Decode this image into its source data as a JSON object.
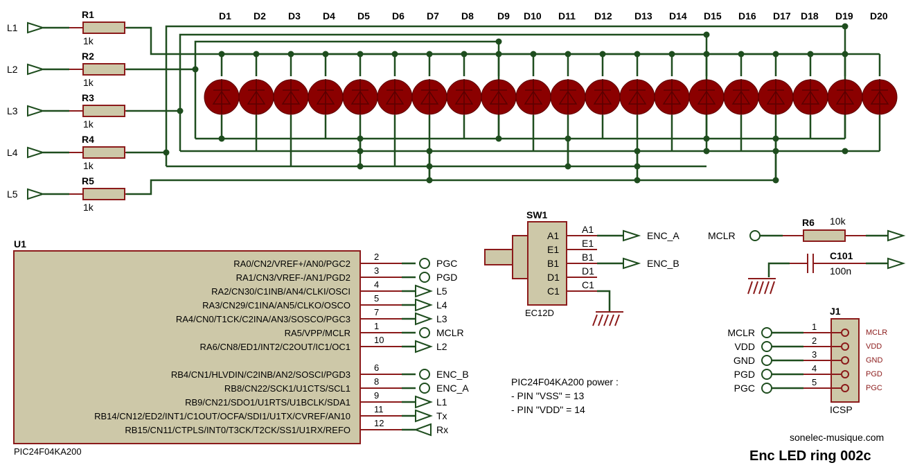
{
  "title": "Enc LED ring 002c",
  "website": "sonelec-musique.com",
  "inputs": [
    "L1",
    "L2",
    "L3",
    "L4",
    "L5"
  ],
  "resistors": [
    {
      "ref": "R1",
      "value": "1k"
    },
    {
      "ref": "R2",
      "value": "1k"
    },
    {
      "ref": "R3",
      "value": "1k"
    },
    {
      "ref": "R4",
      "value": "1k"
    },
    {
      "ref": "R5",
      "value": "1k"
    }
  ],
  "leds": [
    "D1",
    "D2",
    "D3",
    "D4",
    "D5",
    "D6",
    "D7",
    "D8",
    "D9",
    "D10",
    "D11",
    "D12",
    "D13",
    "D14",
    "D15",
    "D16",
    "D17",
    "D18",
    "D19",
    "D20"
  ],
  "mcu": {
    "ref": "U1",
    "part": "PIC24F04KA200",
    "pins": [
      {
        "name": "RA0/CN2/VREF+/AN0/PGC2",
        "num": "2",
        "net": "PGC",
        "kind": "term"
      },
      {
        "name": "RA1/CN3/VREF-/AN1/PGD2",
        "num": "3",
        "net": "PGD",
        "kind": "term"
      },
      {
        "name": "RA2/CN30/C1INB/AN4/CLKI/OSCI",
        "num": "4",
        "net": "L5",
        "kind": "out"
      },
      {
        "name": "RA3/CN29/C1INA/AN5/CLKO/OSCO",
        "num": "5",
        "net": "L4",
        "kind": "out"
      },
      {
        "name": "RA4/CN0/T1CK/C2INA/AN3/SOSCO/PGC3",
        "num": "7",
        "net": "L3",
        "kind": "out"
      },
      {
        "name": "RA5/VPP/MCLR",
        "num": "1",
        "net": "MCLR",
        "kind": "term"
      },
      {
        "name": "RA6/CN8/ED1/INT2/C2OUT/IC1/OC1",
        "num": "10",
        "net": "L2",
        "kind": "out"
      },
      {
        "name": "RB4/CN1/HLVDIN/C2INB/AN2/SOSCI/PGD3",
        "num": "6",
        "net": "ENC_B",
        "kind": "term"
      },
      {
        "name": "RB8/CN22/SCK1/U1CTS/SCL1",
        "num": "8",
        "net": "ENC_A",
        "kind": "term"
      },
      {
        "name": "RB9/CN21/SDO1/U1RTS/U1BCLK/SDA1",
        "num": "9",
        "net": "L1",
        "kind": "out"
      },
      {
        "name": "RB14/CN12/ED2/INT1/C1OUT/OCFA/SDI1/U1TX/CVREF/AN10",
        "num": "11",
        "net": "Tx",
        "kind": "out"
      },
      {
        "name": "RB15/CN11/CTPLS/INT0/T3CK/T2CK/SS1/U1RX/REFO",
        "num": "12",
        "net": "Rx",
        "kind": "in"
      }
    ]
  },
  "encoder": {
    "ref": "SW1",
    "part": "EC12D",
    "pins": [
      "A1",
      "E1",
      "B1",
      "D1",
      "C1"
    ],
    "outputs": [
      "ENC_A",
      "ENC_B"
    ]
  },
  "power_note": {
    "title": "PIC24F04KA200 power :",
    "lines": [
      "- PIN \"VSS\" = 13",
      "- PIN \"VDD\" = 14"
    ]
  },
  "reset": {
    "net": "MCLR",
    "r_ref": "R6",
    "r_value": "10k",
    "c_ref": "C101",
    "c_value": "100n"
  },
  "icsp": {
    "ref": "J1",
    "name": "ICSP",
    "nets": [
      "MCLR",
      "VDD",
      "GND",
      "PGD",
      "PGC"
    ],
    "pin_nums": [
      "1",
      "2",
      "3",
      "4",
      "5"
    ],
    "pin_labels": [
      "MCLR",
      "VDD",
      "GND",
      "PGD",
      "PGC"
    ]
  },
  "colors": {
    "wire": "#1e4d1e",
    "component": "#8b1a1a",
    "body": "#cdc8a8",
    "led": "#8b0000"
  }
}
